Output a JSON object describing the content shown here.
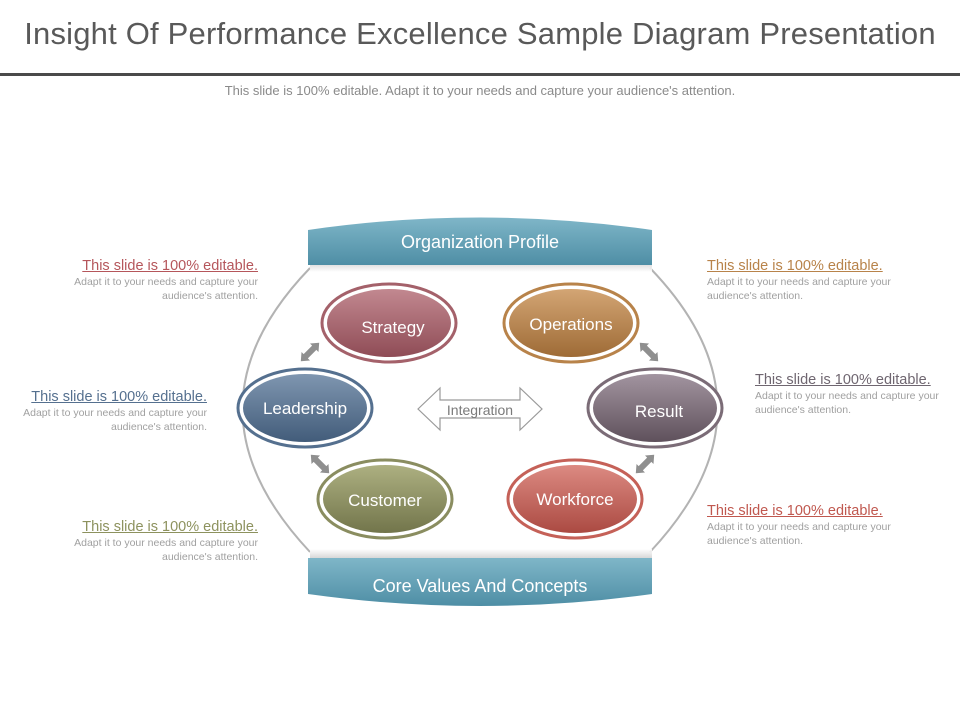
{
  "slide": {
    "title": "Insight Of Performance Excellence Sample Diagram Presentation",
    "subtitle": "This slide is 100% editable. Adapt it to your needs and capture your audience's attention."
  },
  "diagram": {
    "top_banner": "Organization Profile",
    "bottom_banner": "Core Values And Concepts",
    "center_label": "Integration",
    "nodes": {
      "strategy": "Strategy",
      "operations": "Operations",
      "leadership": "Leadership",
      "result": "Result",
      "customer": "Customer",
      "workforce": "Workforce"
    }
  },
  "notes": {
    "left_top": {
      "heading": "This slide is 100% editable.",
      "body": "Adapt it to your needs and capture your audience's attention.",
      "color": "#b5565b"
    },
    "left_mid": {
      "heading": "This slide is 100% editable.",
      "body": "Adapt it to your needs and capture your audience's attention.",
      "color": "#55708f"
    },
    "left_bot": {
      "heading": "This slide is 100% editable.",
      "body": "Adapt it to your needs and capture your audience's attention.",
      "color": "#8d925e"
    },
    "right_top": {
      "heading": "This slide is 100% editable.",
      "body": "Adapt it to your needs and capture your audience's attention.",
      "color": "#b8834a"
    },
    "right_mid": {
      "heading": "This slide is 100% editable.",
      "body": "Adapt it to your needs and capture your audience's attention.",
      "color": "#6f6670"
    },
    "right_bot": {
      "heading": "This slide is 100% editable.",
      "body": "Adapt it to your needs and capture your audience's attention.",
      "color": "#c0584f"
    }
  },
  "colors": {
    "banner": "#5d9cb2",
    "strategy": "#a4616a",
    "operations": "#b8834a",
    "leadership": "#55708f",
    "result": "#7b6c77",
    "customer": "#8a8d60",
    "workforce": "#c56158",
    "connector": "#8f8f8f"
  }
}
